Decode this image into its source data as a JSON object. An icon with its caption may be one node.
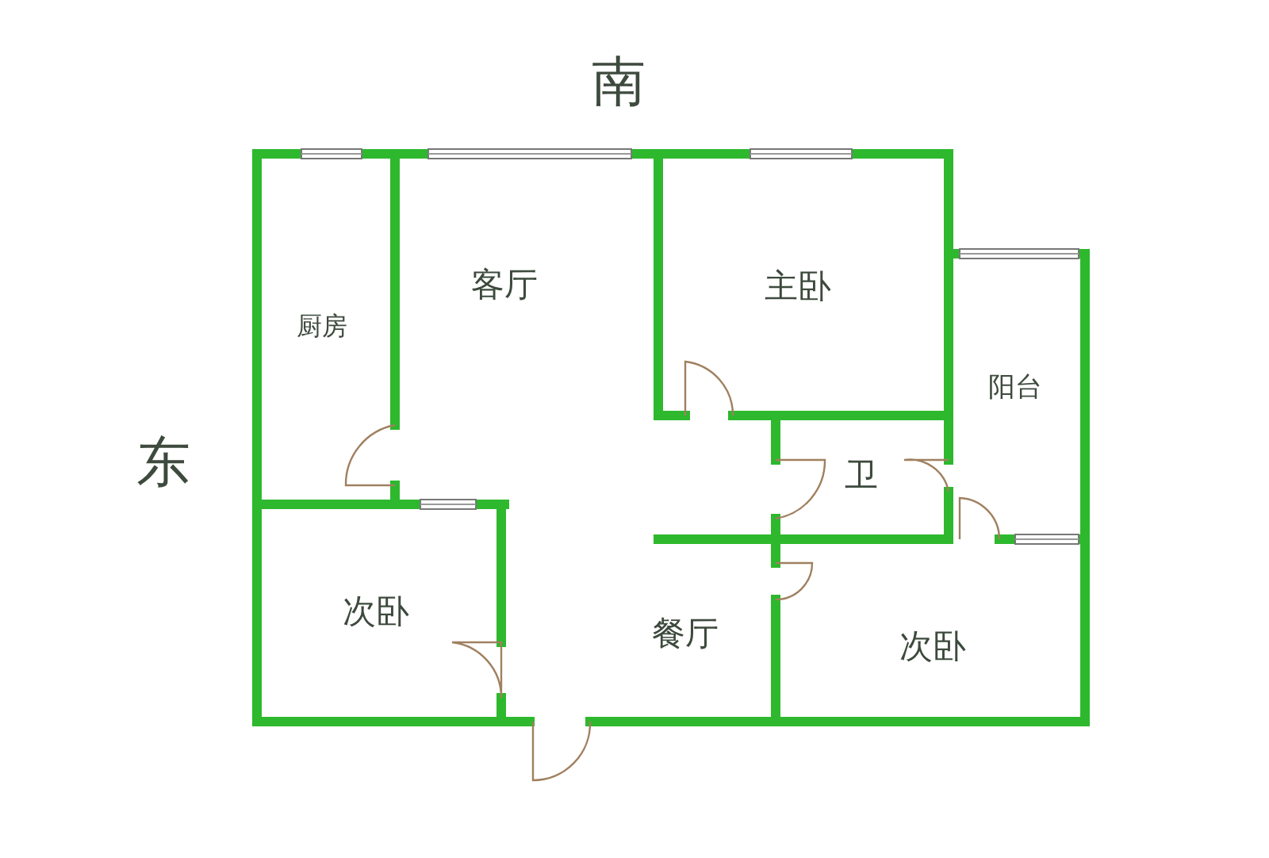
{
  "diagram": {
    "labels": [
      "南",
      "东",
      "厨房",
      "客厅",
      "主卧",
      "阳台",
      "卫",
      "次卧",
      "餐厅",
      "次卧"
    ]
  }
}
